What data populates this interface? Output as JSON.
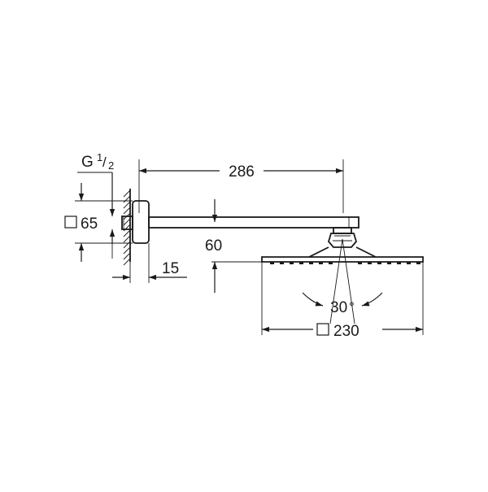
{
  "dimensions": {
    "thread_prefix": "G",
    "thread_numerator": "1",
    "thread_denominator": "2",
    "flange_size": "65",
    "arm_length": "286",
    "flange_depth": "15",
    "drop_height": "60",
    "tilt_angle": "30",
    "tilt_angle_unit": "°",
    "head_size": "230"
  },
  "colors": {
    "ink": "#1a1a1a",
    "background": "#ffffff"
  }
}
